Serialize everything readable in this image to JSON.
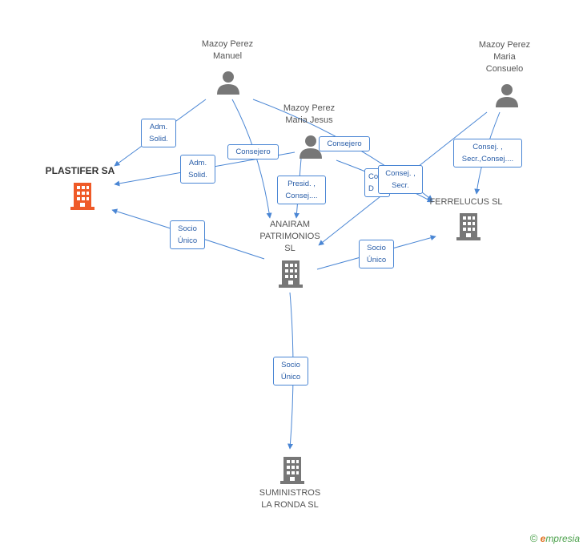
{
  "colors": {
    "edge": "#4a86d4",
    "company": "#777777",
    "company_main": "#ef5a28",
    "person": "#777777"
  },
  "nodes": {
    "manuel": {
      "label1": "Mazoy Perez",
      "label2": "Manuel",
      "icon": "person-icon"
    },
    "maria_jesus": {
      "label1": "Mazoy Perez",
      "label2": "Maria Jesus",
      "icon": "person-icon"
    },
    "maria_consuelo": {
      "label1": "Mazoy Perez",
      "label2": "Maria",
      "label3": "Consuelo",
      "icon": "person-icon"
    },
    "plastifer": {
      "label1": "PLASTIFER SA",
      "icon": "building-icon"
    },
    "anairam": {
      "label1": "ANAIRAM",
      "label2": "PATRIMONIOS",
      "label3": "SL",
      "icon": "building-icon"
    },
    "ferrelucus": {
      "label1": "FERRELUCUS SL",
      "icon": "building-icon"
    },
    "suministros": {
      "label1": "SUMINISTROS",
      "label2": "LA RONDA SL",
      "icon": "building-icon"
    }
  },
  "edges": {
    "e1": {
      "l1": "Adm.",
      "l2": "Solid."
    },
    "e2": {
      "l1": "Adm.",
      "l2": "Solid."
    },
    "e3": {
      "l1": "Consejero"
    },
    "e4": {
      "l1": "Consejero"
    },
    "e5": {
      "l1": "Presid. ,",
      "l2": "Consej...."
    },
    "e6": {
      "l1": "Co",
      "l2": "D"
    },
    "e7": {
      "l1": "Consej. ,",
      "l2": "Secr."
    },
    "e8": {
      "l1": "Consej. ,",
      "l2": "Secr.,Consej...."
    },
    "e9": {
      "l1": "Socio",
      "l2": "Único"
    },
    "e10": {
      "l1": "Socio",
      "l2": "Único"
    },
    "e11": {
      "l1": "Socio",
      "l2": "Único"
    }
  },
  "brand": {
    "copyright": "©",
    "initial": "e",
    "rest": "mpresia"
  }
}
